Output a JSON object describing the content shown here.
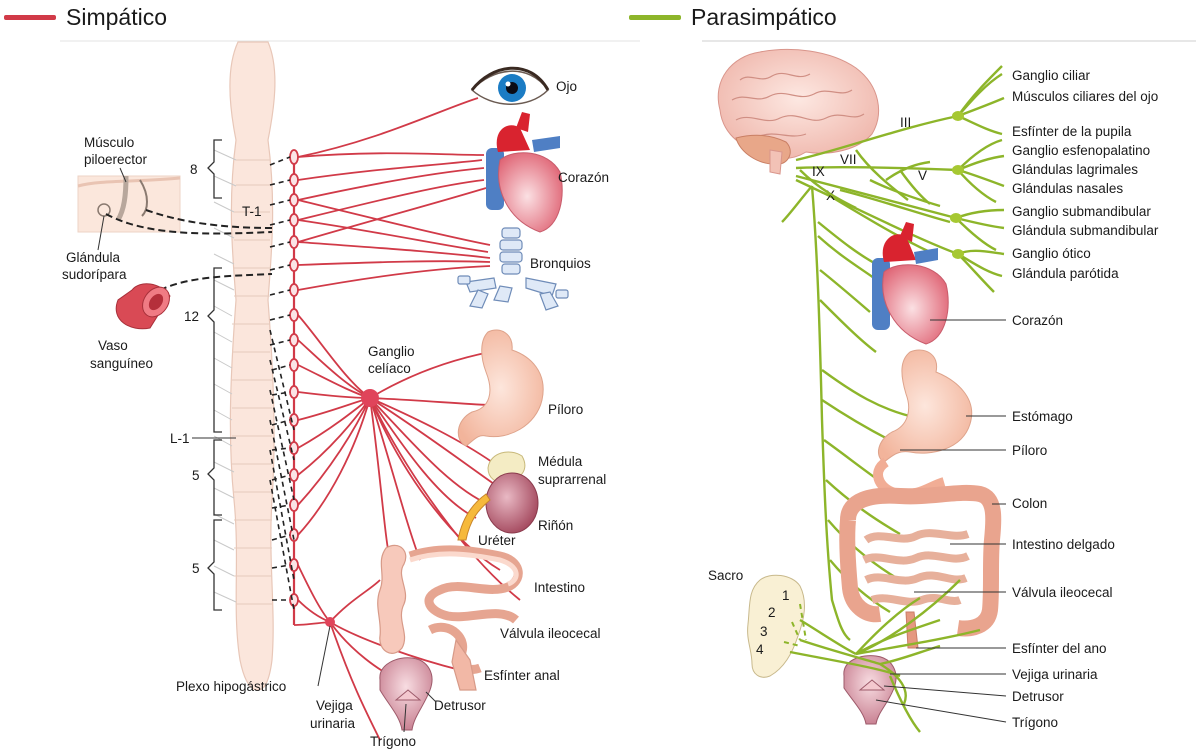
{
  "legend": {
    "sympathetic": {
      "label": "Simpático",
      "color": "#d13a48"
    },
    "parasympathetic": {
      "label": "Parasimpático",
      "color": "#8db52a"
    }
  },
  "left_panel": {
    "spinal_levels": [
      "8",
      "T-1",
      "12",
      "L-1",
      "5",
      "5"
    ],
    "labels": {
      "musculo_piloerector": [
        "Músculo",
        "piloerector"
      ],
      "glandula_sudoripara": [
        "Glándula",
        "sudorípara"
      ],
      "vaso_sanguineo": [
        "Vaso",
        "sanguíneo"
      ],
      "ojo": "Ojo",
      "corazon": "Corazón",
      "bronquios": "Bronquios",
      "ganglio_celiaco": [
        "Ganglio",
        "celíaco"
      ],
      "piloro": "Píloro",
      "medula_suprarrenal": [
        "Médula",
        "suprarrenal"
      ],
      "rinon": "Riñón",
      "ureter": "Uréter",
      "intestino": "Intestino",
      "valvula_ileocecal": "Válvula ileocecal",
      "esfinter_anal": "Esfínter anal",
      "plexo_hipogastrico": "Plexo hipogástrico",
      "vejiga_urinaria": [
        "Vejiga",
        "urinaria"
      ],
      "detrusor": "Detrusor",
      "trigono": "Trígono"
    }
  },
  "right_panel": {
    "cranial_nerves": [
      "III",
      "VII",
      "IX",
      "V",
      "X"
    ],
    "labels": {
      "ganglio_ciliar": "Ganglio ciliar",
      "musculos_ciliares": "Músculos ciliares del ojo",
      "esfinter_pupila": "Esfínter de la pupila",
      "ganglio_esfenopalatino": "Ganglio esfenopalatino",
      "glandulas_lagrimales": "Glándulas lagrimales",
      "glandulas_nasales": "Glándulas nasales",
      "ganglio_submandibular": "Ganglio submandibular",
      "glandula_submandibular": "Glándula submandibular",
      "ganglio_otico": "Ganglio ótico",
      "glandula_parotida": "Glándula parótida",
      "corazon": "Corazón",
      "estomago": "Estómago",
      "piloro": "Píloro",
      "colon": "Colon",
      "intestino_delgado": "Intestino delgado",
      "valvula_ileocecal": "Válvula ileocecal",
      "esfinter_ano": "Esfínter del ano",
      "vejiga_urinaria": "Vejiga urinaria",
      "detrusor": "Detrusor",
      "trigono": "Trígono",
      "sacro": "Sacro",
      "sacral_numbers": [
        "1",
        "2",
        "3",
        "4"
      ]
    }
  }
}
